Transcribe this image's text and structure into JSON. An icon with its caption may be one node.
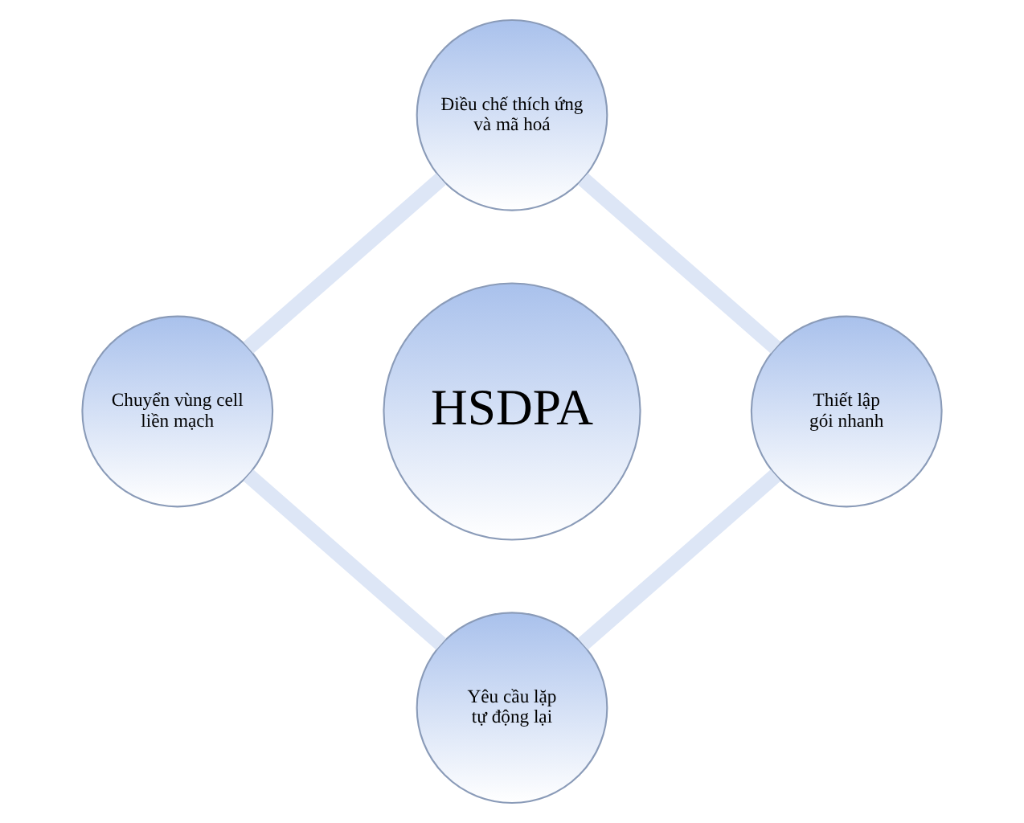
{
  "diagram": {
    "nodes": [
      {
        "text": [
          "Điều chế thích ứng và mã hoá"
        ]
      },
      {
        "text": [
          "Chuyển vùng cell liền mạch"
        ]
      },
      {
        "text": [
          "HSDPA"
        ]
      },
      {
        "text": [
          "Thiết lập gói nhanh"
        ]
      },
      {
        "text": [
          "Yêu cầu lặp tự động lại"
        ]
      }
    ],
    "edges": [
      {
        "from": 0,
        "to": 3,
        "arrow": "none"
      },
      {
        "from": 3,
        "to": 4,
        "arrow": "none"
      },
      {
        "from": 4,
        "to": 1,
        "arrow": "none"
      },
      {
        "from": 1,
        "to": 0,
        "arrow": "none"
      }
    ]
  }
}
